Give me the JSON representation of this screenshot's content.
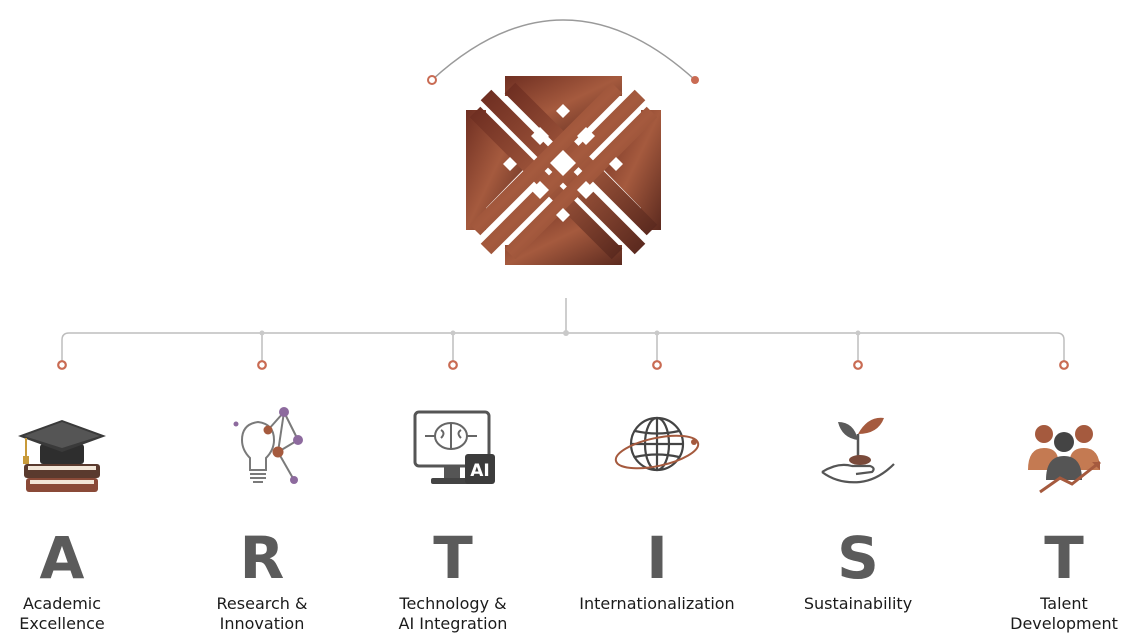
{
  "pillars": [
    {
      "letter": "A",
      "label": "Academic\nExcellence",
      "icon": "graduation-cap-books-icon"
    },
    {
      "letter": "R",
      "label": "Research &\nInnovation",
      "icon": "lightbulb-molecule-icon"
    },
    {
      "letter": "T",
      "label": "Technology &\nAI Integration",
      "icon": "monitor-brain-ai-icon"
    },
    {
      "letter": "I",
      "label": "Internationalization",
      "icon": "globe-orbit-icon"
    },
    {
      "letter": "S",
      "label": "Sustainability",
      "icon": "hand-sprout-icon"
    },
    {
      "letter": "T",
      "label": "Talent\nDevelopment",
      "icon": "team-growth-icon"
    }
  ],
  "ai_badge": "AI",
  "colors": {
    "logo_stroke": "#7a3a2a",
    "logo_fill_dark": "#8a4a38",
    "logo_fill_light": "#c47a52",
    "connector": "#bdbdbd",
    "node_dot": "#e07a5f",
    "letter": "#5b5b5b",
    "label": "#1b1b1b"
  },
  "logo": {
    "name": "interlaced-emblem-logo"
  }
}
